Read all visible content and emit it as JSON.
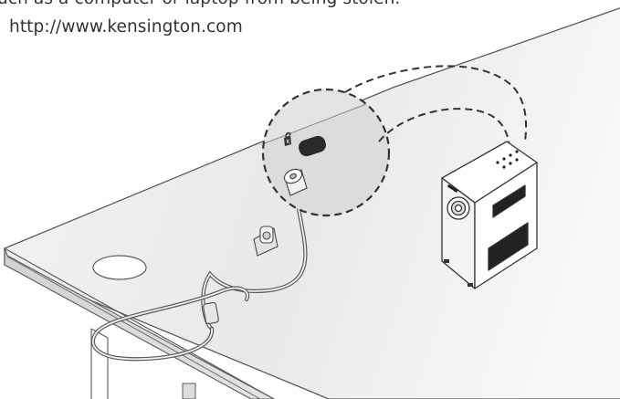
{
  "text": {
    "line1": "uch as a computer or laptop from being stolen.",
    "line2": "http://www.kensington.com"
  },
  "colors": {
    "text": "#333333",
    "line": "#5a5a5a",
    "table_top": "#eeeeee",
    "table_edge": "#d6d6d6",
    "projector_body": "#ffffff",
    "accent_dark": "#222222"
  },
  "icons": {
    "lock_icon": "kensington-lock-icon",
    "projector": "projector-illustration",
    "cable": "security-cable-illustration"
  }
}
